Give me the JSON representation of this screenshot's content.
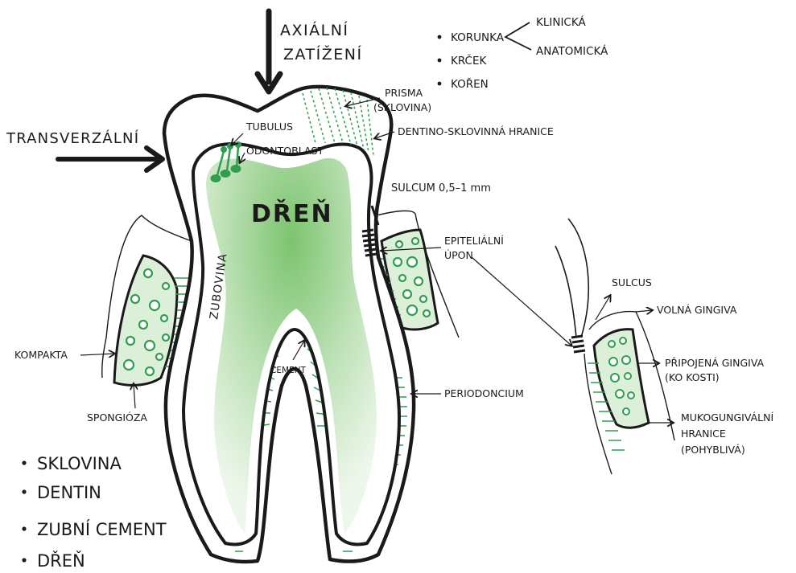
{
  "labels": {
    "axial_line1": "AXIÁLNÍ",
    "axial_line2": "ZATÍŽENÍ",
    "transversal": "TRANSVERZÁLNÍ",
    "korunka": "KORUNKA",
    "krcek": "KRČEK",
    "koren": "KOŘEN",
    "klinicka": "KLINICKÁ",
    "anatomicka": "ANATOMICKÁ",
    "prisma": "PRISMA",
    "prisma_sub": "(SKLOVINA)",
    "tubulus": "TUBULUS",
    "odontoblast": "ODONTOBLAST",
    "dej_hranice": "DENTINO-SKLOVINNÁ HRANICE",
    "sulcum": "SULCUM 0,5–1 mm",
    "dren": "DŘEŇ",
    "zubovina": "ZUBOVINA",
    "epitel_line1": "EPITELIÁLNÍ",
    "epitel_line2": "ÚPON",
    "kompakta": "KOMPAKTA",
    "spongioza": "SPONGIÓZA",
    "cement": "CEMENT",
    "periodoncium": "PERIODONCIUM",
    "sulcus": "SULCUS",
    "volna_gingiva": "VOLNÁ GINGIVA",
    "pripojena_line1": "PŘIPOJENÁ GINGIVA",
    "pripojena_line2": "(KO KOSTI)",
    "mukog_line1": "MUKOGUNGIVÁLNÍ",
    "mukog_line2": "HRANICE",
    "mukog_line3": "(POHYBLIVÁ)"
  },
  "legend_top": [
    "KORUNKA",
    "KRČEK",
    "KOŘEN"
  ],
  "legend_bottom": [
    "SKLOVINA",
    "DENTIN",
    "ZUBNÍ CEMENT",
    "DŘEŇ"
  ],
  "colors": {
    "ink": "#1a1a1a",
    "green": "#2f9e4f",
    "pulp_light": "#d7ecd2",
    "pulp_mid": "#8ccc7f",
    "bone_fill": "#dcefd8"
  }
}
